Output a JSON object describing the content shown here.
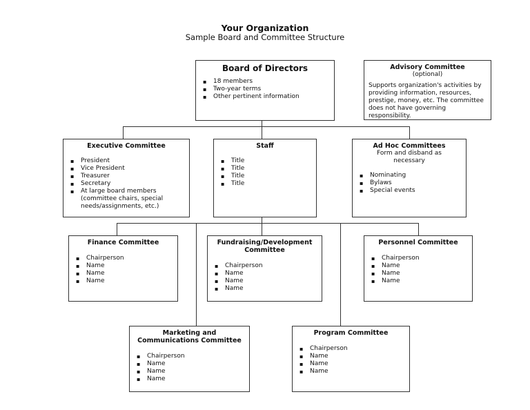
{
  "header": {
    "title": "Your Organization",
    "subtitle": "Sample Board and Committee Structure"
  },
  "board": {
    "title": "Board of Directors",
    "items": [
      "18 members",
      "Two-year terms",
      "Other pertinent information"
    ]
  },
  "advisory": {
    "title": "Advisory Committee",
    "subtitle": "(optional)",
    "description": "Supports organization's activities by providing information, resources, prestige, money, etc. The committee does not have governing responsibility."
  },
  "executive": {
    "title": "Executive Committee",
    "items": [
      "President",
      "Vice President",
      "Treasurer",
      "Secretary",
      "At large board members (committee chairs, special needs/assignments, etc.)"
    ]
  },
  "staff": {
    "title": "Staff",
    "items": [
      "Title",
      "Title",
      "Title",
      "Title"
    ]
  },
  "adhoc": {
    "title": "Ad Hoc Committees",
    "subtitle": "Form and disband as necessary",
    "items": [
      "Nominating",
      "Bylaws",
      "Special events"
    ]
  },
  "finance": {
    "title": "Finance Committee",
    "items": [
      "Chairperson",
      "Name",
      "Name",
      "Name"
    ]
  },
  "fundraising": {
    "title": "Fundraising/Development Committee",
    "items": [
      "Chairperson",
      "Name",
      "Name",
      "Name"
    ]
  },
  "personnel": {
    "title": "Personnel Committee",
    "items": [
      "Chairperson",
      "Name",
      "Name",
      "Name"
    ]
  },
  "marketing": {
    "title": "Marketing and Communications Committee",
    "items": [
      "Chairperson",
      "Name",
      "Name",
      "Name"
    ]
  },
  "program": {
    "title": "Program Committee",
    "items": [
      "Chairperson",
      "Name",
      "Name",
      "Name"
    ]
  }
}
